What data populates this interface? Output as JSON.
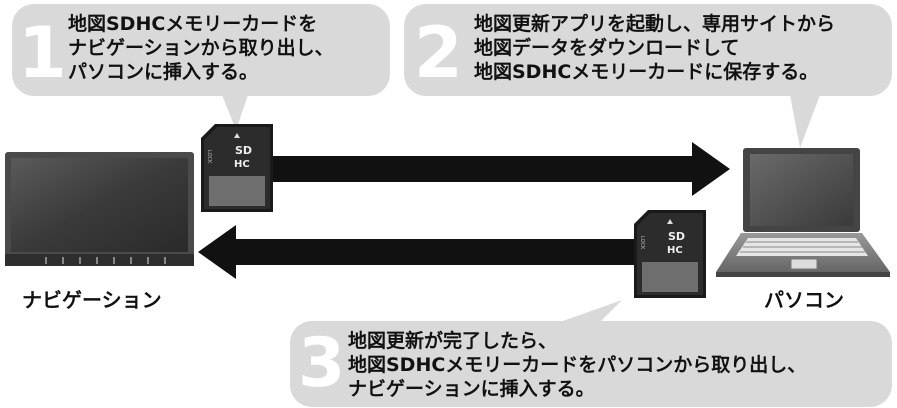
{
  "steps": [
    {
      "number": "1",
      "lines": [
        "地図SDHCメモリーカードを",
        "ナビゲーションから取り出し、",
        "パソコンに挿入する。"
      ]
    },
    {
      "number": "2",
      "lines": [
        "地図更新アプリを起動し、専用サイトから",
        "地図データをダウンロードして",
        "地図SDHCメモリーカードに保存する。"
      ]
    },
    {
      "number": "3",
      "lines": [
        "地図更新が完了したら、",
        "地図SDHCメモリーカードをパソコンから取り出し、",
        "ナビゲーションに挿入する。"
      ]
    }
  ],
  "devices": {
    "navigation_label": "ナビゲーション",
    "pc_label": "パソコン"
  },
  "sd_card": {
    "logo_top": "SD",
    "logo_bottom": "HC",
    "lock_text": "LOCK"
  },
  "colors": {
    "bubble": "#d9d9d9",
    "arrow": "#111111",
    "number": "#ffffff"
  }
}
